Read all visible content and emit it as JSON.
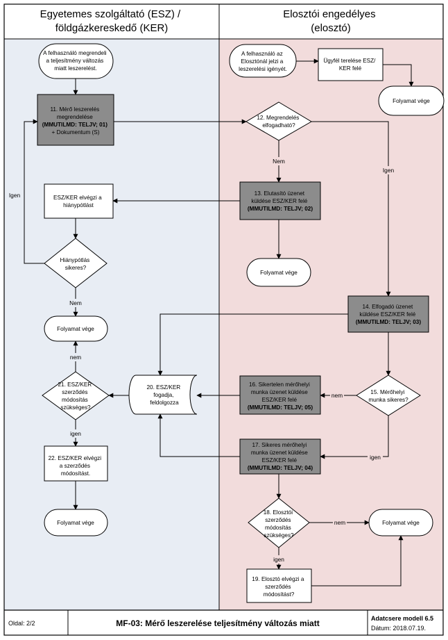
{
  "colors": {
    "lane_left_bg": "#e8edf4",
    "lane_right_bg": "#f2dcdc",
    "process_gray": "#8c8c8c",
    "shape_white": "#ffffff",
    "line": "#000000"
  },
  "lanes": {
    "left": {
      "title": [
        "Egyetemes szolgáltató (ESZ) /",
        "földgázkereskedő (KER)"
      ]
    },
    "right": {
      "title": [
        "Elosztói engedélyes",
        "(elosztó)"
      ]
    }
  },
  "nodes": {
    "start_left": {
      "lines": [
        "A felhasználó megrendeli",
        "a teljesítmény változás",
        "miatt leszerelést."
      ]
    },
    "start_right": {
      "lines": [
        "A felhasználó az",
        "Elosztónál jelzi a",
        "leszerelési igényét."
      ]
    },
    "redirect": {
      "lines": [
        "Ügyfél terelése ESZ/",
        "KER felé"
      ]
    },
    "end_1": {
      "lines": [
        "Folyamat vége"
      ]
    },
    "step11": {
      "lines": [
        "11. Mérő leszerelés",
        "megrendelése"
      ],
      "bold_line": "(MMUTILMD: TELJV; 01)",
      "extra_line": "+ Dokumentum (S)"
    },
    "step12": {
      "lines": [
        "12. Megrendelés",
        "elfogadható?"
      ]
    },
    "step13": {
      "lines": [
        "13. Elutasító üzenet",
        "küldése ESZ/KER felé"
      ],
      "bold_line": "(MMUTILMD: TELJV; 02)"
    },
    "end_2": {
      "lines": [
        "Folyamat vége"
      ]
    },
    "hianypotlas": {
      "lines": [
        "ESZ/KER elvégzi a",
        "hiánypótlást"
      ]
    },
    "hianypotlas_ok": {
      "lines": [
        "Hiánypótlás",
        "sikeres?"
      ]
    },
    "step14": {
      "lines": [
        "14. Elfogadó üzenet",
        "küldése ESZ/KER felé"
      ],
      "bold_line": "(MMUTILMD: TELJV; 03)"
    },
    "end_3": {
      "lines": [
        "Folyamat vége"
      ]
    },
    "step20": {
      "lines": [
        "20. ESZ/KER",
        "fogadja,",
        "feldolgozza"
      ]
    },
    "step21": {
      "lines": [
        "21. ESZ/KER",
        "szerződés",
        "módosítás",
        "szükséges?"
      ]
    },
    "step16": {
      "lines": [
        "16. Sikertelen mérőhelyi",
        "munka üzenet küldése",
        "ESZ/KER felé"
      ],
      "bold_line": "(MMUTILMD: TELJV; 05)"
    },
    "step15": {
      "lines": [
        "15. Mérőhelyi",
        "munka sikeres?"
      ]
    },
    "step22": {
      "lines": [
        "22. ESZ/KER elvégzi",
        "a szerződés",
        "módosítást."
      ]
    },
    "step17": {
      "lines": [
        "17. Sikeres mérőhelyi",
        "munka üzenet küldése",
        "ESZ/KER felé"
      ],
      "bold_line": "(MMUTILMD: TELJV; 04)"
    },
    "end_4": {
      "lines": [
        "Folyamat vége"
      ]
    },
    "step18": {
      "lines": [
        "18. Elosztói",
        "szerződés",
        "módosítás",
        "szükséges?"
      ]
    },
    "end_5": {
      "lines": [
        "Folyamat vége"
      ]
    },
    "step19": {
      "lines": [
        "19. Elosztó elvégzi a",
        "szerződés",
        "módosítást?"
      ]
    }
  },
  "edge_labels": {
    "nem_12_13": "Nem",
    "igen_12_14": "Igen",
    "igen_loop": "Igen",
    "nem_hianypotlas": "Nem",
    "nem_21": "nem",
    "igen_21": "igen",
    "nem_15": "nem",
    "igen_15": "igen",
    "nem_18": "nem",
    "igen_18": "igen"
  },
  "footer": {
    "page": "Oldal: 2/2",
    "title": "MF-03: Mérő leszerelése teljesítmény változás miatt",
    "model": "Adatcsere modell 6.5",
    "date": "Dátum: 2018.07.19."
  }
}
